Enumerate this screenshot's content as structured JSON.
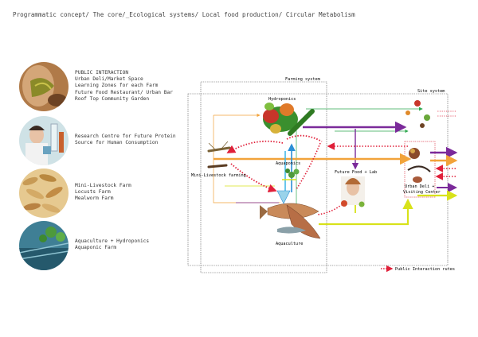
{
  "title": "Programmatic concept/ The core/_Ecological systems/ Local food production/ Circular Metabolism",
  "legend": [
    {
      "icon": "dried-insects-photo-icon",
      "lines": [
        "PUBLIC INTERACTION",
        "Urban Deli/Market Space",
        "Learning Zones for each Farm",
        "Future Food Restaurant/ Urban Bar",
        "Roof Top Community Garden"
      ]
    },
    {
      "icon": "researcher-photo-icon",
      "lines": [
        "Research Centre for Future Protein",
        "Source for Human Consumption"
      ]
    },
    {
      "icon": "larvae-photo-icon",
      "lines": [
        "Mini-Livestock Farm",
        "Locusts Farm",
        "Mealworm Farm"
      ]
    },
    {
      "icon": "fish-tanks-photo-icon",
      "lines": [
        "Aquaculture + Hydroponics",
        "Aquaponic Farm"
      ]
    }
  ],
  "diagram": {
    "farming_system": "Farming system",
    "site_system": "Site system",
    "hydroponics": "Hydroponics",
    "aquaponics": "Aquaponics",
    "mini_livestock": "Mini-Livestock farming",
    "aquaculture": "Aquaculture",
    "future_food_lab": "Future Food + Lab",
    "urban_deli": "Urban Deli +",
    "visiting_center": "Visiting Center",
    "public_interaction_rutes": "Public Interaction rutes"
  },
  "colors": {
    "green": "#2ea84f",
    "purple": "#7b2a9a",
    "orange": "#f2a33a",
    "yellow": "#d8e21a",
    "red": "#e0203a",
    "blue": "#2a8fd6",
    "cyan": "#44b7e8"
  }
}
